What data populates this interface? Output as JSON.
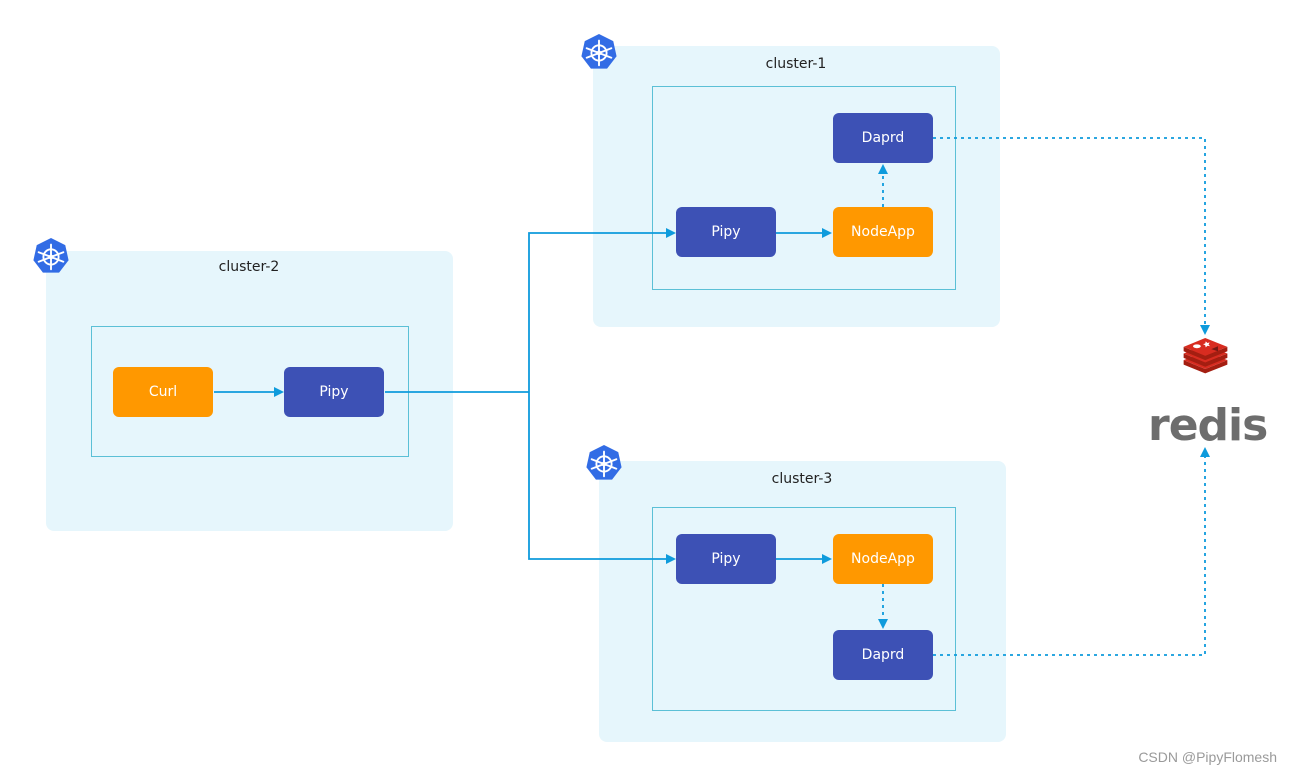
{
  "clusters": {
    "c1": {
      "label": "cluster-1"
    },
    "c2": {
      "label": "cluster-2"
    },
    "c3": {
      "label": "cluster-3"
    }
  },
  "nodes": {
    "c1_daprd": "Daprd",
    "c1_pipy": "Pipy",
    "c1_nodeapp": "NodeApp",
    "c2_curl": "Curl",
    "c2_pipy": "Pipy",
    "c3_pipy": "Pipy",
    "c3_nodeapp": "NodeApp",
    "c3_daprd": "Daprd"
  },
  "redis": {
    "label": "redis"
  },
  "watermark": "CSDN @PipyFlomesh",
  "colors": {
    "service_blue": "#3d51b5",
    "app_orange": "#ff9800",
    "link_blue": "#0e9bdc",
    "cluster_bg": "#e6f6fc",
    "redis_red": "#d82c20",
    "k8s_blue": "#326ce5"
  },
  "icons": {
    "cluster": "kubernetes-icon",
    "store": "redis-logo"
  }
}
